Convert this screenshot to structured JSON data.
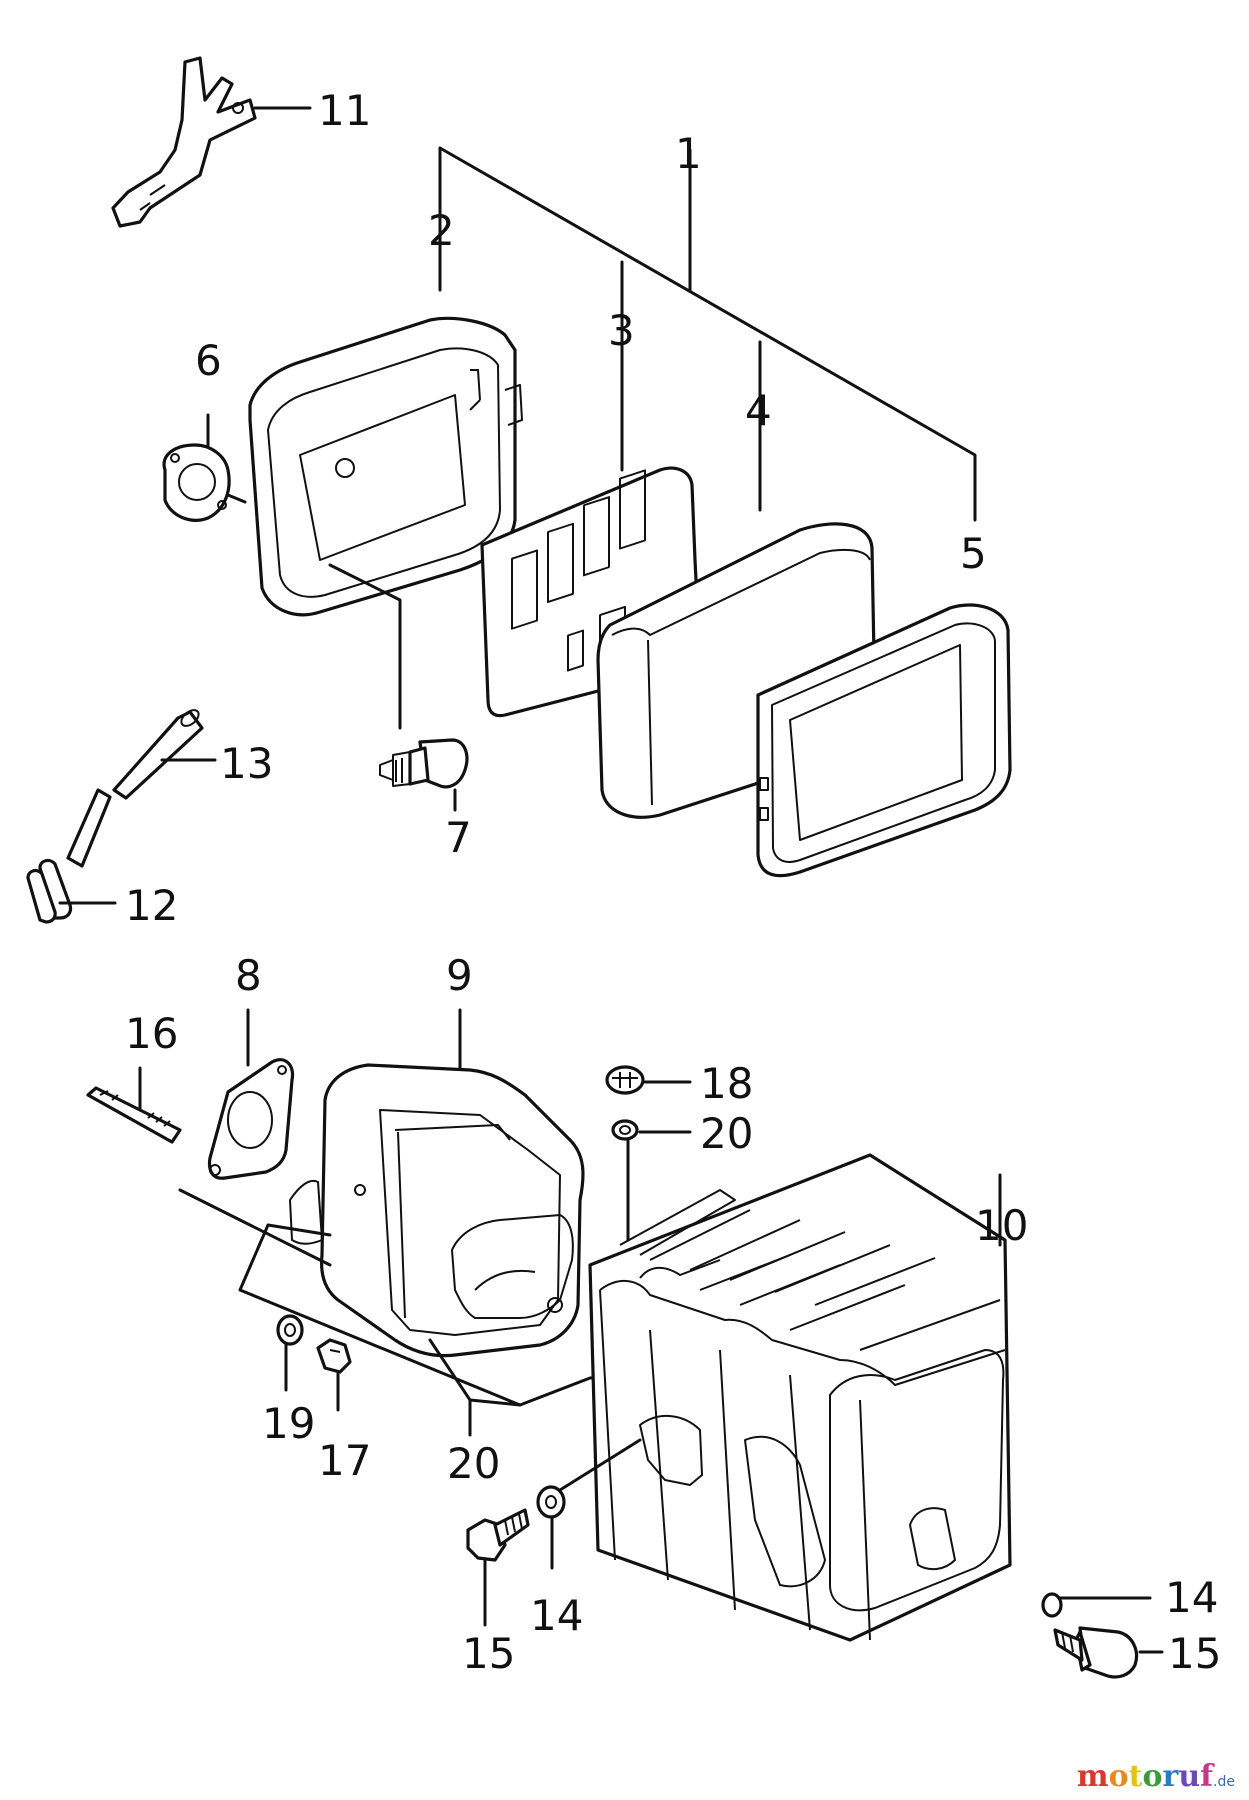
{
  "callouts": [
    {
      "id": "c1",
      "text": "1"
    },
    {
      "id": "c2",
      "text": "2"
    },
    {
      "id": "c3",
      "text": "3"
    },
    {
      "id": "c4",
      "text": "4"
    },
    {
      "id": "c5",
      "text": "5"
    },
    {
      "id": "c6",
      "text": "6"
    },
    {
      "id": "c7",
      "text": "7"
    },
    {
      "id": "c8",
      "text": "8"
    },
    {
      "id": "c9",
      "text": "9"
    },
    {
      "id": "c10",
      "text": "10"
    },
    {
      "id": "c11",
      "text": "11"
    },
    {
      "id": "c12",
      "text": "12"
    },
    {
      "id": "c13",
      "text": "13"
    },
    {
      "id": "c14a",
      "text": "14"
    },
    {
      "id": "c14b",
      "text": "14"
    },
    {
      "id": "c15a",
      "text": "15"
    },
    {
      "id": "c15b",
      "text": "15"
    },
    {
      "id": "c16",
      "text": "16"
    },
    {
      "id": "c17",
      "text": "17"
    },
    {
      "id": "c18",
      "text": "18"
    },
    {
      "id": "c19",
      "text": "19"
    },
    {
      "id": "c20a",
      "text": "20"
    },
    {
      "id": "c20b",
      "text": "20"
    }
  ],
  "watermark": {
    "letters": [
      "m",
      "o",
      "t",
      "o",
      "r",
      "u",
      "f"
    ],
    "colors": [
      "#d63a2f",
      "#e68a1c",
      "#e3c21a",
      "#3c9a3c",
      "#2a7bc4",
      "#6a4bb0",
      "#c23a8a"
    ],
    "suffix": ".de"
  }
}
